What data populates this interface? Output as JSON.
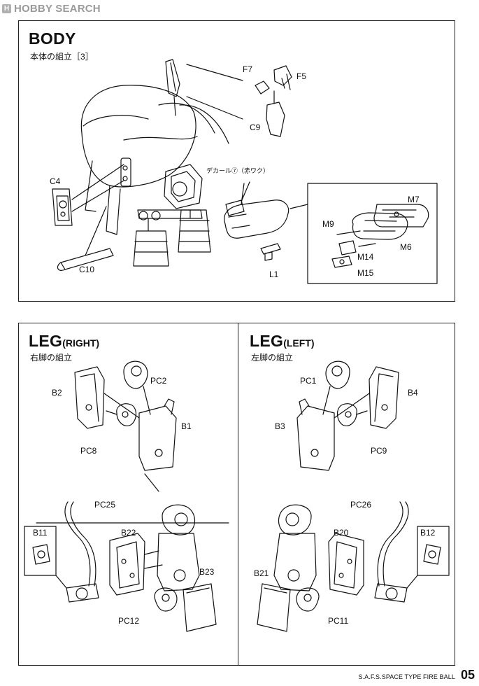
{
  "watermark": {
    "logo": "H",
    "text": "HOBBY SEARCH"
  },
  "body_section": {
    "title": "BODY",
    "subtitle": "本体の組立［3］",
    "labels": {
      "f7": "F7",
      "f5": "F5",
      "c9": "C9",
      "c4": "C4",
      "c10": "C10",
      "decal": "デカール⑦（赤ワク）",
      "m7": "M7",
      "m9": "M9",
      "m6": "M6",
      "m14": "M14",
      "m15": "M15",
      "l1": "L1"
    }
  },
  "leg_right": {
    "title": "LEG",
    "title_suffix": "(RIGHT)",
    "subtitle": "右脚の組立",
    "labels": {
      "pc2": "PC2",
      "b2": "B2",
      "b1": "B1",
      "pc8": "PC8",
      "pc25": "PC25",
      "b11": "B11",
      "b22": "B22",
      "b23": "B23",
      "pc12": "PC12"
    }
  },
  "leg_left": {
    "title": "LEG",
    "title_suffix": "(LEFT)",
    "subtitle": "左脚の組立",
    "labels": {
      "pc1": "PC1",
      "b4": "B4",
      "b3": "B3",
      "pc9": "PC9",
      "pc26": "PC26",
      "b20": "B20",
      "b12": "B12",
      "b21": "B21",
      "pc11": "PC11"
    }
  },
  "footer": {
    "product": "S.A.F.S.SPACE TYPE FIRE BALL",
    "page": "05"
  },
  "icons": [
    "hobby-search-logo-icon"
  ]
}
